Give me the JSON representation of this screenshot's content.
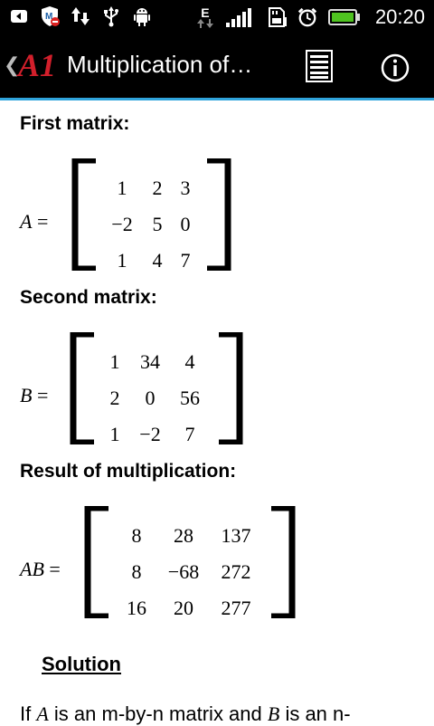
{
  "status_bar": {
    "time": "20:20",
    "network_label": "E",
    "icons": [
      "back-icon",
      "shield-icon",
      "sync-arrows-icon",
      "usb-icon",
      "android-debug-icon",
      "data-arrows-icon",
      "signal-icon",
      "sd-card-icon",
      "alarm-icon",
      "battery-icon"
    ]
  },
  "action_bar": {
    "back_glyph": "❮",
    "logo_text": "A1",
    "title": "Multiplication of…",
    "list_button_icon": "list-icon",
    "info_button_icon": "info-icon"
  },
  "sections": {
    "first_heading": "First matrix:",
    "second_heading": "Second matrix:",
    "result_heading": "Result of multiplication:"
  },
  "matrix_a": {
    "label": "A",
    "eq": "=",
    "rows": [
      [
        "1",
        "2",
        "3"
      ],
      [
        "−2",
        "5",
        "0"
      ],
      [
        "1",
        "4",
        "7"
      ]
    ]
  },
  "matrix_b": {
    "label": "B",
    "eq": "=",
    "rows": [
      [
        "1",
        "34",
        "4"
      ],
      [
        "2",
        "0",
        "56"
      ],
      [
        "1",
        "−2",
        "7"
      ]
    ]
  },
  "matrix_ab": {
    "label": "AB",
    "eq": "=",
    "rows": [
      [
        "8",
        "28",
        "137"
      ],
      [
        "8",
        "−68",
        "272"
      ],
      [
        "16",
        "20",
        "277"
      ]
    ]
  },
  "solution_label": "Solution",
  "paragraph": {
    "part1": "If ",
    "var_a": "A",
    "part2": " is an m-by-n matrix and ",
    "var_b": "B",
    "part3": " is an n-"
  },
  "colors": {
    "accent": "#30a4dc",
    "bar_bg": "#000000",
    "battery": "#4fc320"
  }
}
